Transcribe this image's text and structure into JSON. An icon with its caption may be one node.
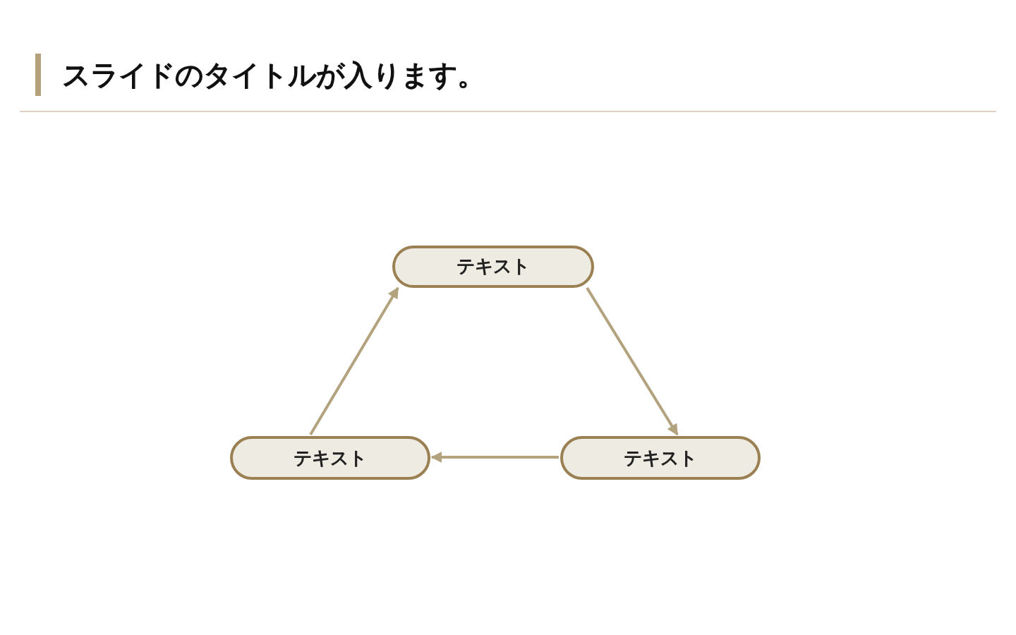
{
  "diagram": {
    "title": "スライドのタイトルが入ります。",
    "nodes": [
      {
        "text": [
          "テキスト"
        ]
      },
      {
        "text": [
          "テキスト"
        ]
      },
      {
        "text": [
          "テキスト"
        ]
      }
    ],
    "edges": [
      {
        "from": 0,
        "to": 1,
        "arrow": "to"
      },
      {
        "from": 1,
        "to": 2,
        "arrow": "to"
      },
      {
        "from": 2,
        "to": 0,
        "arrow": "to"
      }
    ]
  }
}
